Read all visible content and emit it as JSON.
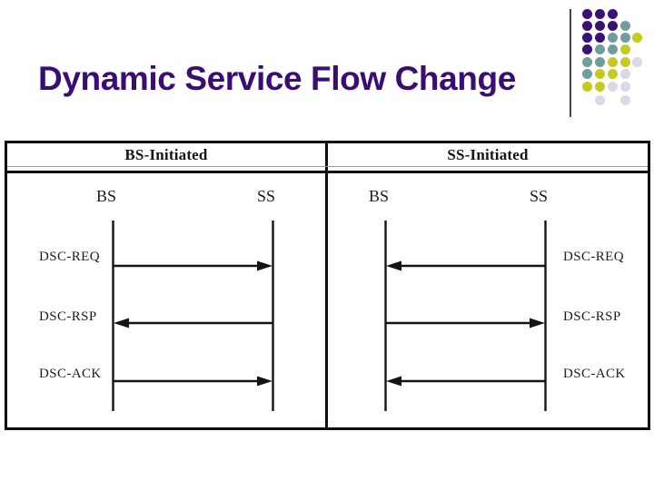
{
  "slide": {
    "title": "Dynamic Service Flow Change"
  },
  "decoration": {
    "pattern": [
      "PPP..",
      "PPPT.",
      "PPTTY",
      "PTTY.",
      "TTYYL",
      "TYYL.",
      "YYLL.",
      ".L.L."
    ],
    "palette": {
      "P": "#3A1273",
      "T": "#6F9E9D",
      "Y": "#C6CA1E",
      "L": "#D6D9E8"
    },
    "separator_color": "#444444"
  },
  "colors": {
    "title": "#390D72",
    "diagram_ink": "#141414",
    "border_black": "#0E0E0E",
    "rule_gray": "#9A9A9A"
  },
  "diagram": {
    "panels": [
      {
        "header": "BS-Initiated",
        "actors": {
          "left": "BS",
          "right": "SS"
        },
        "label_side": "left",
        "messages": [
          {
            "label": "DSC-REQ",
            "from": "BS",
            "to": "SS",
            "direction": "right"
          },
          {
            "label": "DSC-RSP",
            "from": "SS",
            "to": "BS",
            "direction": "left"
          },
          {
            "label": "DSC-ACK",
            "from": "BS",
            "to": "SS",
            "direction": "right"
          }
        ]
      },
      {
        "header": "SS-Initiated",
        "actors": {
          "left": "BS",
          "right": "SS"
        },
        "label_side": "right",
        "messages": [
          {
            "label": "DSC-REQ",
            "from": "SS",
            "to": "BS",
            "direction": "left"
          },
          {
            "label": "DSC-RSP",
            "from": "BS",
            "to": "SS",
            "direction": "right"
          },
          {
            "label": "DSC-ACK",
            "from": "SS",
            "to": "BS",
            "direction": "left"
          }
        ]
      }
    ]
  }
}
